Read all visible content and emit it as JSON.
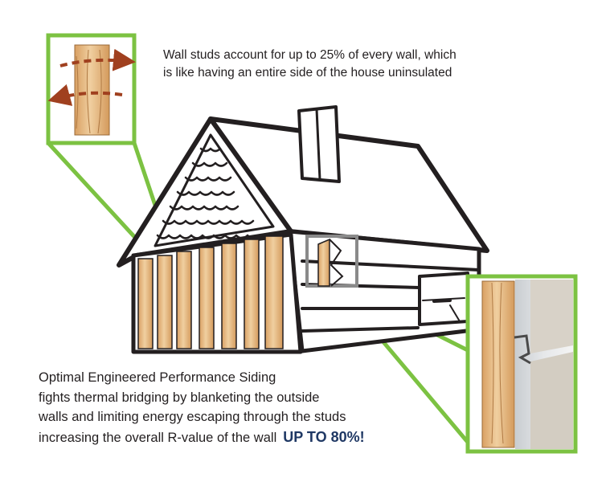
{
  "top_caption": {
    "line1": "Wall studs account for up to 25% of every wall, which",
    "line2": "is like having an entire side of the house uninsulated"
  },
  "bottom_caption": {
    "line1": "Optimal Engineered Performance Siding",
    "line2": "fights thermal bridging by blanketing the outside",
    "line3": "walls and limiting energy escaping through the studs",
    "line4": "increasing the overall R-value of the wall",
    "highlight": "UP TO 80%!"
  },
  "colors": {
    "accent_green": "#7cc242",
    "outline": "#231f20",
    "wood": "#e4b982",
    "arrow": "#a0401f",
    "highlight_text": "#1f3864"
  }
}
